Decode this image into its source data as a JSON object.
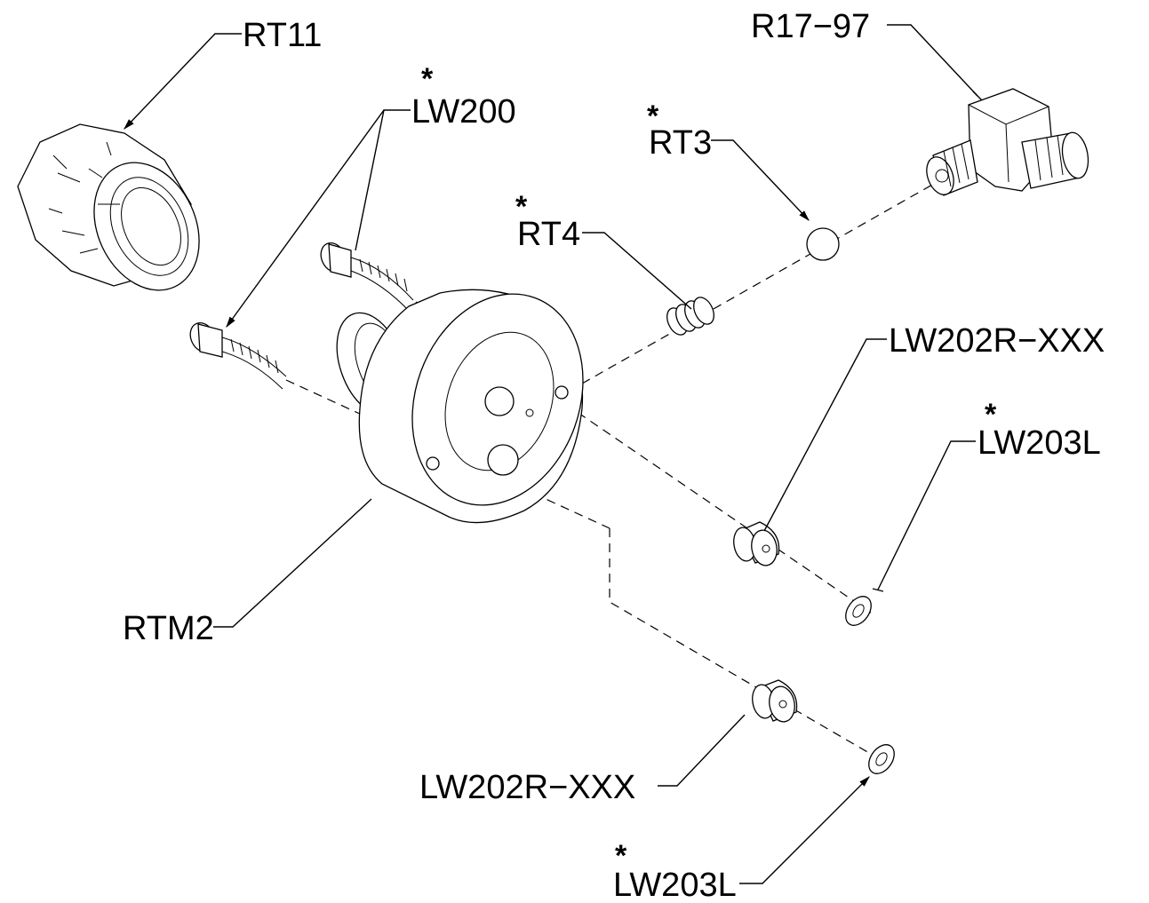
{
  "diagram": {
    "parts": [
      {
        "id": "rt11",
        "label": "RT11",
        "starred": false
      },
      {
        "id": "lw200",
        "label": "LW200",
        "starred": true
      },
      {
        "id": "r17-97",
        "label": "R17−97",
        "starred": false
      },
      {
        "id": "rt3",
        "label": "RT3",
        "starred": true
      },
      {
        "id": "rt4",
        "label": "RT4",
        "starred": true
      },
      {
        "id": "lw202r-upper",
        "label": "LW202R−XXX",
        "starred": false
      },
      {
        "id": "lw203l-upper",
        "label": "LW203L",
        "starred": true
      },
      {
        "id": "rtm2",
        "label": "RTM2",
        "starred": false
      },
      {
        "id": "lw202r-lower",
        "label": "LW202R−XXX",
        "starred": false
      },
      {
        "id": "lw203l-lower",
        "label": "LW203L",
        "starred": true
      }
    ],
    "star_symbol": "*",
    "line_color": "#000000",
    "background_color": "#ffffff"
  }
}
